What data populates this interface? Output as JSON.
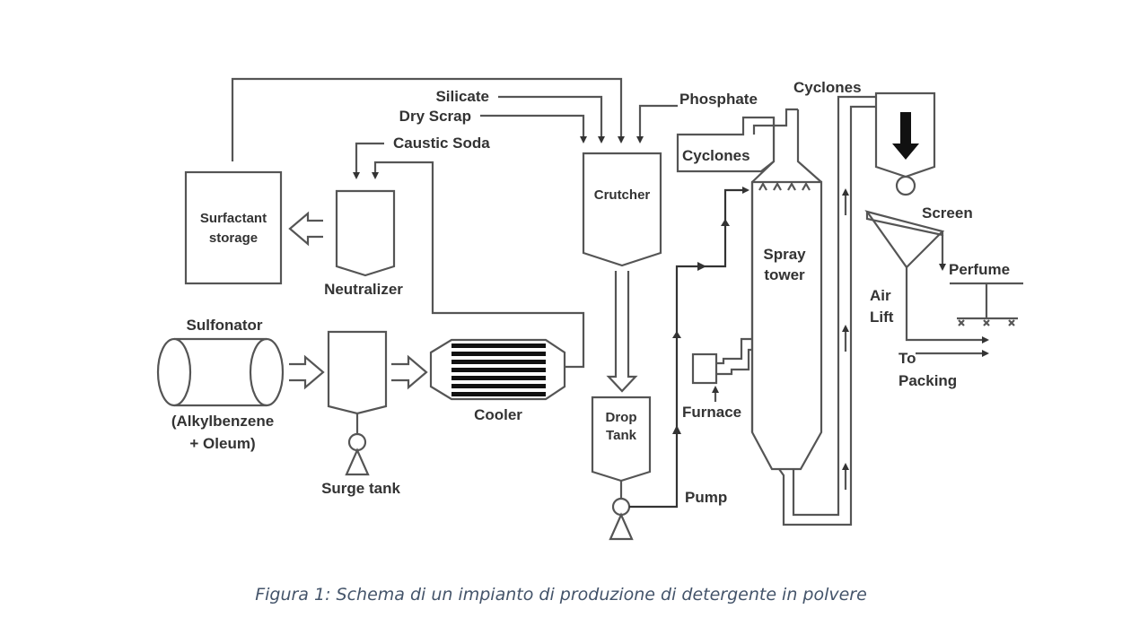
{
  "diagram": {
    "labels": {
      "silicate": "Silicate",
      "dry_scrap": "Dry Scrap",
      "caustic_soda": "Caustic Soda",
      "phosphate": "Phosphate",
      "cyclones_top": "Cyclones",
      "cyclones_left": "Cyclones",
      "surfactant_storage_1": "Surfactant",
      "surfactant_storage_2": "storage",
      "neutralizer": "Neutralizer",
      "crutcher": "Crutcher",
      "spray_tower_1": "Spray",
      "spray_tower_2": "tower",
      "screen": "Screen",
      "perfume": "Perfume",
      "air_lift_1": "Air",
      "air_lift_2": "Lift",
      "to_packing_1": "To",
      "to_packing_2": "Packing",
      "sulfonator": "Sulfonator",
      "alkylbenzene_1": "(Alkylbenzene",
      "alkylbenzene_2": "+ Oleum)",
      "surge_tank": "Surge tank",
      "cooler": "Cooler",
      "drop_tank_1": "Drop",
      "drop_tank_2": "Tank",
      "furnace": "Furnace",
      "pump": "Pump"
    }
  },
  "caption": "Figura 1: Schema di un impianto di produzione di detergente in polvere"
}
